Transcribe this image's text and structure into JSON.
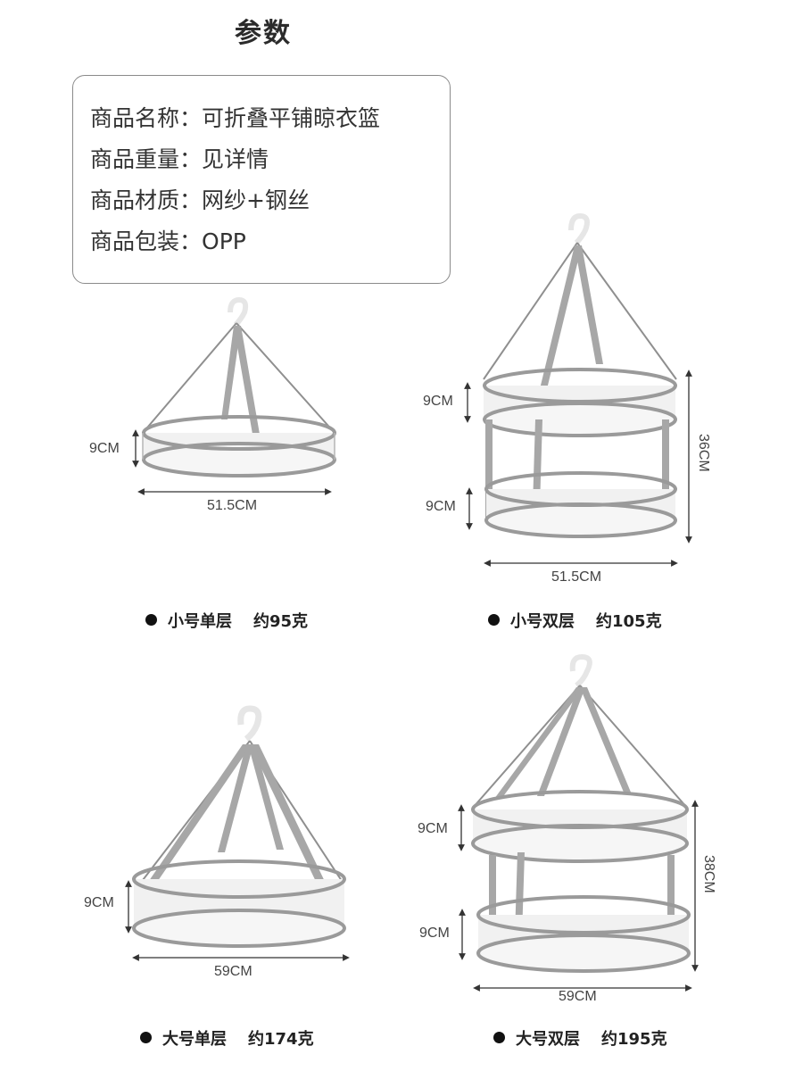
{
  "title": "参数",
  "specs": [
    {
      "key": "商品名称",
      "sep": "：",
      "value": "可折叠平铺晾衣篮"
    },
    {
      "key": "商品重量",
      "sep": "：",
      "value": "见详情"
    },
    {
      "key": "商品材质",
      "sep": "：",
      "value": "网纱+钢丝"
    },
    {
      "key": "商品包装",
      "sep": "：",
      "value": "OPP"
    }
  ],
  "products": [
    {
      "name": "小号单层",
      "weight": "约95克",
      "dims": {
        "layer": "9CM",
        "width": "51.5CM"
      }
    },
    {
      "name": "小号双层",
      "weight": "约105克",
      "dims": {
        "layer_top": "9CM",
        "layer_bottom": "9CM",
        "height": "36CM",
        "width": "51.5CM"
      }
    },
    {
      "name": "大号单层",
      "weight": "约174克",
      "dims": {
        "layer": "9CM",
        "width": "59CM"
      }
    },
    {
      "name": "大号双层",
      "weight": "约195克",
      "dims": {
        "layer_top": "9CM",
        "layer_bottom": "9CM",
        "height": "38CM",
        "width": "59CM"
      }
    }
  ],
  "colors": {
    "frame": "#9a9a9a",
    "mesh": "#eeeeee",
    "text": "#2b2b2b"
  }
}
